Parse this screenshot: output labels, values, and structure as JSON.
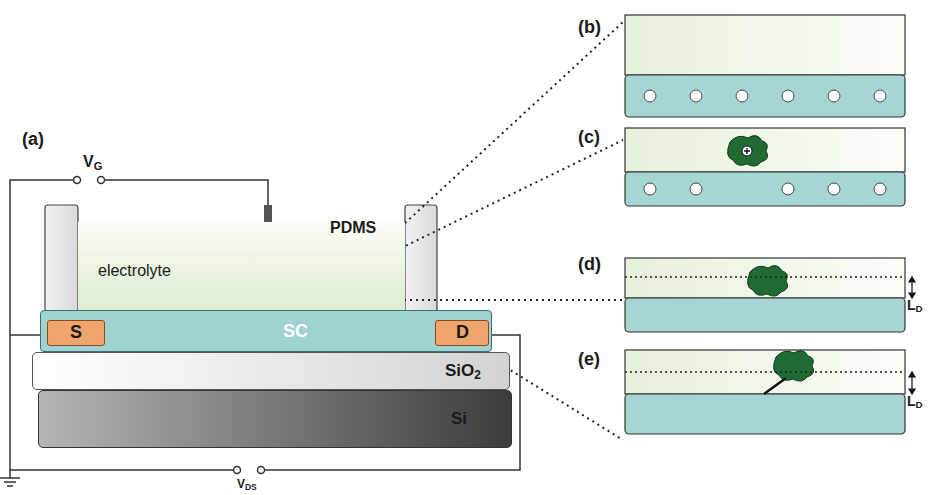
{
  "diagram": {
    "nodes": [
      {
        "text": [
          "electrolyte"
        ]
      },
      {
        "text": [
          "SC"
        ]
      },
      {
        "text": [
          "S"
        ],
        "in": 1
      },
      {
        "text": [
          "D"
        ],
        "in": 1
      },
      {
        "text": [
          "SiO2"
        ]
      },
      {
        "text": [
          "Si"
        ]
      }
    ],
    "labels": [
      "(a)",
      "VG",
      "PDMS",
      "VDS",
      "(b)",
      "(c)",
      "(d)",
      "LD",
      "(e)",
      "LD"
    ]
  }
}
